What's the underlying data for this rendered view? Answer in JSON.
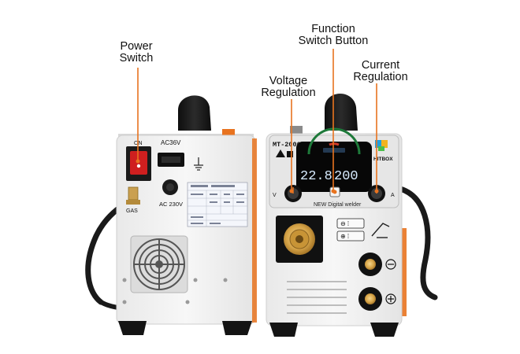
{
  "callouts": {
    "power_switch": [
      "Power",
      "Switch"
    ],
    "function_switch": [
      "Function",
      "Switch Button"
    ],
    "voltage_regulation": [
      "Voltage",
      "Regulation"
    ],
    "current_regulation": [
      "Current",
      "Regulation"
    ]
  },
  "rear_panel": {
    "switch_on_label": "ON",
    "voltage_output_label": "AC36V",
    "gas_label": "GAS",
    "power_input_label": "AC 230V"
  },
  "front_panel": {
    "model": "MT-2000 II",
    "brand": "HITBOX",
    "voltage_display": "22.8",
    "current_display": "200",
    "subtitle": "NEW Digital welder",
    "voltage_knob_label": "V",
    "current_knob_label": "A"
  },
  "colors": {
    "accent_orange": "#e8731f",
    "body_white": "#f2f2f2",
    "panel_grey": "#e6e6e6",
    "handle_black": "#1b1b1b",
    "display_blue": "#d8ecff"
  }
}
